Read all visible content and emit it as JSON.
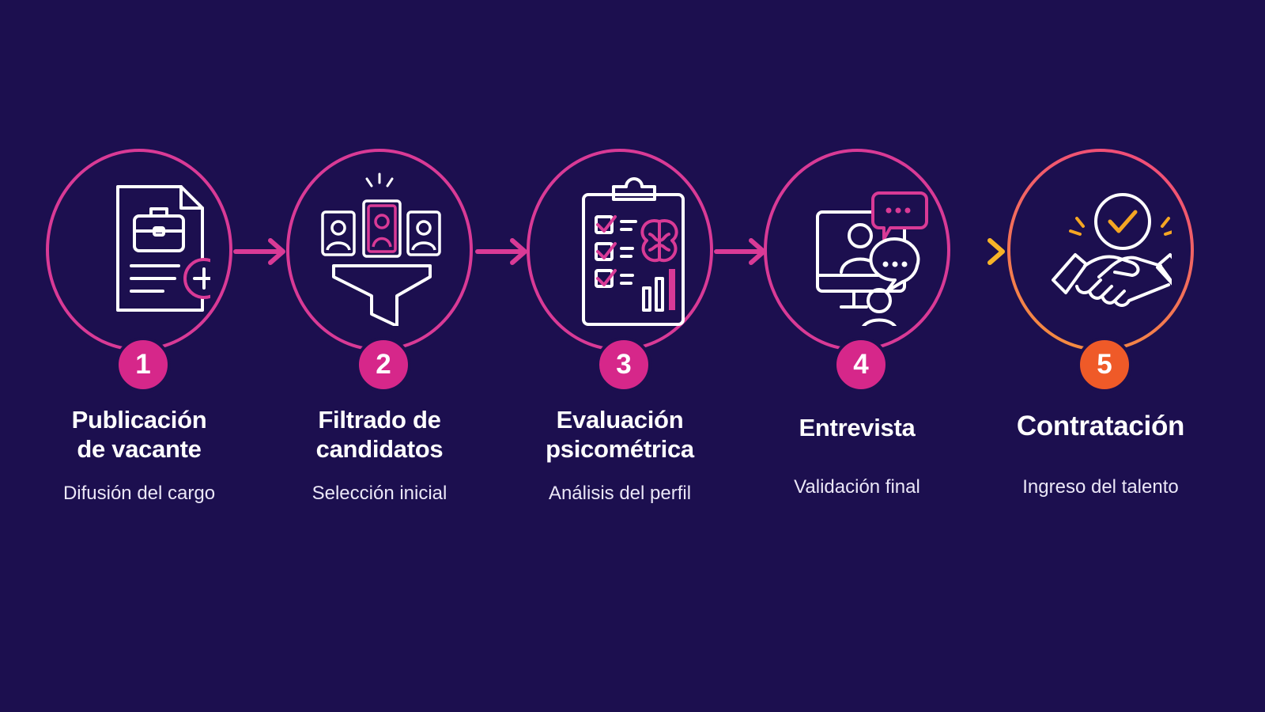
{
  "colors": {
    "background": "#1c0f4f",
    "magenta": "#d93a96",
    "badge_magenta": "#d6278a",
    "orange": "#ef5a28",
    "gold": "#f5a623",
    "white": "#ffffff"
  },
  "steps": [
    {
      "number": "1",
      "title_line1": "Publicación",
      "title_line2": "de vacante",
      "subtitle": "Difusión del cargo",
      "icon": "job-posting-document-icon"
    },
    {
      "number": "2",
      "title_line1": "Filtrado de",
      "title_line2": "candidatos",
      "subtitle": "Selección inicial",
      "icon": "candidate-funnel-icon"
    },
    {
      "number": "3",
      "title_line1": "Evaluación",
      "title_line2": "psicométrica",
      "subtitle": "Análisis del perfil",
      "icon": "clipboard-brain-icon"
    },
    {
      "number": "4",
      "title_line1": "Entrevista",
      "title_line2": "",
      "subtitle": "Validación final",
      "icon": "video-interview-icon"
    },
    {
      "number": "5",
      "title_line1": "Contratación",
      "title_line2": "",
      "subtitle": "Ingreso del talento",
      "icon": "handshake-check-icon"
    }
  ]
}
